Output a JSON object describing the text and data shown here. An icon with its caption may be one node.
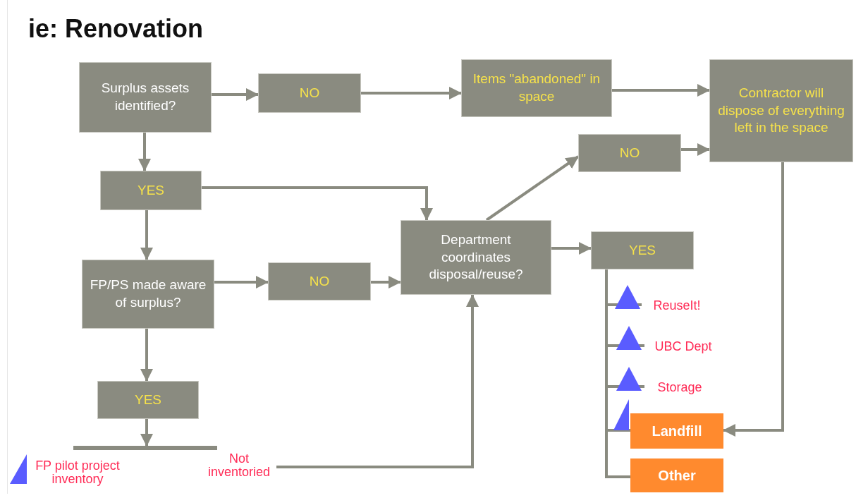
{
  "diagram": {
    "title": "ie: Renovation",
    "nodes": [
      {
        "text": [
          "Surplus assets identified?"
        ]
      },
      {
        "text": [
          "NO"
        ]
      },
      {
        "text": [
          "Items \"abandoned\" in space"
        ]
      },
      {
        "text": [
          "Contractor will dispose of everything left in the space"
        ]
      },
      {
        "text": [
          "NO"
        ]
      },
      {
        "text": [
          "YES"
        ]
      },
      {
        "text": [
          "FP/PS made aware of surplus?"
        ]
      },
      {
        "text": [
          "NO"
        ]
      },
      {
        "text": [
          "Department coordinates disposal/reuse?"
        ]
      },
      {
        "text": [
          "YES"
        ]
      },
      {
        "text": [
          "ReuseIt!"
        ]
      },
      {
        "text": [
          "UBC Dept"
        ]
      },
      {
        "text": [
          "Storage"
        ]
      },
      {
        "text": [
          "Landfill"
        ]
      },
      {
        "text": [
          "Other"
        ]
      },
      {
        "text": [
          "YES"
        ]
      },
      {
        "text": [],
        "shape": "bar"
      },
      {
        "text": [
          "Not inventoried"
        ]
      },
      {
        "text": [
          "FP pilot project inventory"
        ]
      }
    ],
    "edges": [
      {
        "from": 0,
        "to": 1,
        "arrow": "to"
      },
      {
        "from": 1,
        "to": 2,
        "arrow": "to"
      },
      {
        "from": 2,
        "to": 3,
        "arrow": "to"
      },
      {
        "from": 0,
        "to": 5,
        "arrow": "to"
      },
      {
        "from": 5,
        "to": 8,
        "arrow": "to"
      },
      {
        "from": 5,
        "to": 6,
        "arrow": "to"
      },
      {
        "from": 6,
        "to": 7,
        "arrow": "to"
      },
      {
        "from": 7,
        "to": 8,
        "arrow": "to"
      },
      {
        "from": 8,
        "to": 4,
        "arrow": "to"
      },
      {
        "from": 4,
        "to": 3,
        "arrow": "to"
      },
      {
        "from": 8,
        "to": 9,
        "arrow": "to"
      },
      {
        "from": 9,
        "to": 10,
        "arrow": "none"
      },
      {
        "from": 9,
        "to": 11,
        "arrow": "none"
      },
      {
        "from": 9,
        "to": 12,
        "arrow": "none"
      },
      {
        "from": 9,
        "to": 13,
        "arrow": "none"
      },
      {
        "from": 9,
        "to": 14,
        "arrow": "none"
      },
      {
        "from": 3,
        "to": 13,
        "arrow": "to"
      },
      {
        "from": 6,
        "to": 15,
        "arrow": "to"
      },
      {
        "from": 15,
        "to": 16,
        "arrow": "to"
      },
      {
        "from": 17,
        "to": 8,
        "arrow": "to"
      }
    ]
  }
}
